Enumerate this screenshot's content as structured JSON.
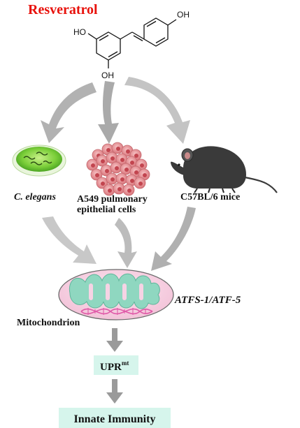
{
  "title": "Resveratrol",
  "title_color": "#e8120c",
  "molecule": {
    "oh_top": "OH",
    "ho_left": "HO",
    "oh_bottom": "OH"
  },
  "models": {
    "worm": "C. elegans",
    "cells_line1": "A549 pulmonary",
    "cells_line2": "epithelial cells",
    "mice": "C57BL/6 mice"
  },
  "mito": {
    "gene_label": "ATFS-1/ATF-5",
    "organelle_label": "Mitochondrion"
  },
  "upr": {
    "main": "UPR",
    "superscript": "mt"
  },
  "outcome": "Innate Immunity",
  "colors": {
    "arrow": "#b9b9b9",
    "arrow_dark": "#9a9a9a",
    "box_fill": "#d6f5ec",
    "mito_fill": "#f6d3e4",
    "mito_stroke": "#6a6a6a",
    "cristae": "#8fd7c0",
    "dna": "#e05aa8",
    "dish": "#7ccf3a",
    "cell": "#e38a8e",
    "mouse": "#3a3a3a"
  }
}
